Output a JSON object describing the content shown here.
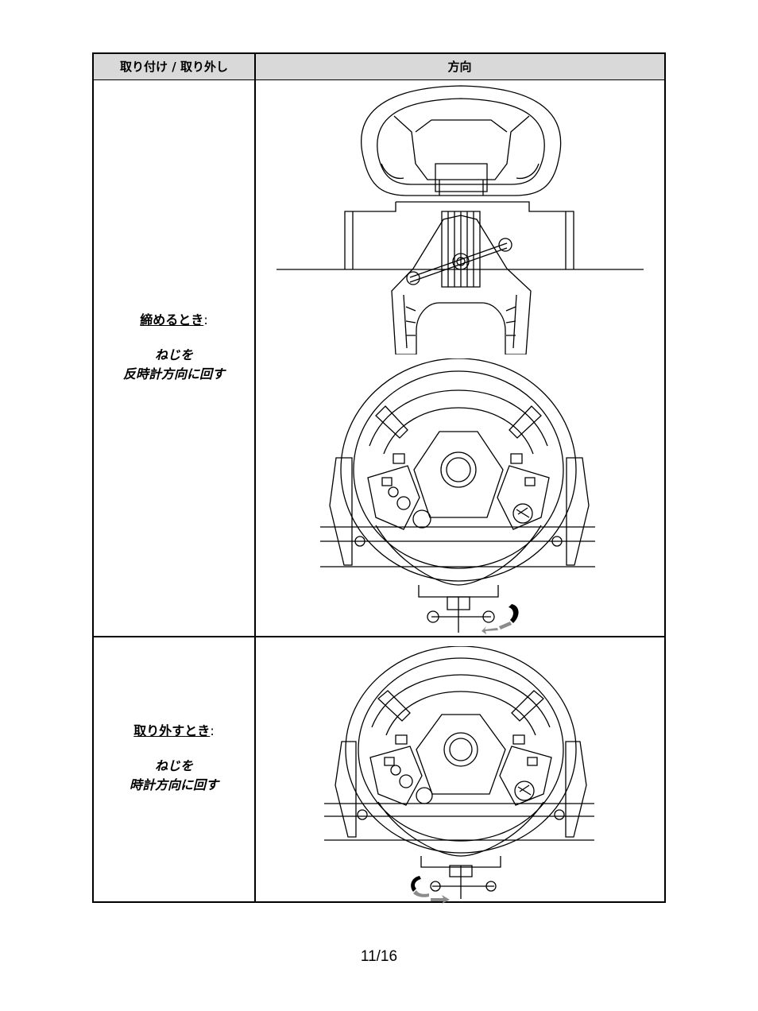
{
  "table": {
    "headers": [
      "取り付け / 取り外し",
      "方向"
    ],
    "rows": [
      {
        "title": "締めるとき",
        "colon": ":",
        "line1": "ねじを",
        "line2": "反時計方向に回す"
      },
      {
        "title": "取り外すとき",
        "colon": ":",
        "line1": "ねじを",
        "line2": "時計方向に回す"
      }
    ]
  },
  "arrow_colors": {
    "dark": "#000000",
    "grey": "#8c8c8c"
  },
  "footer": {
    "page_number": "11/16"
  }
}
